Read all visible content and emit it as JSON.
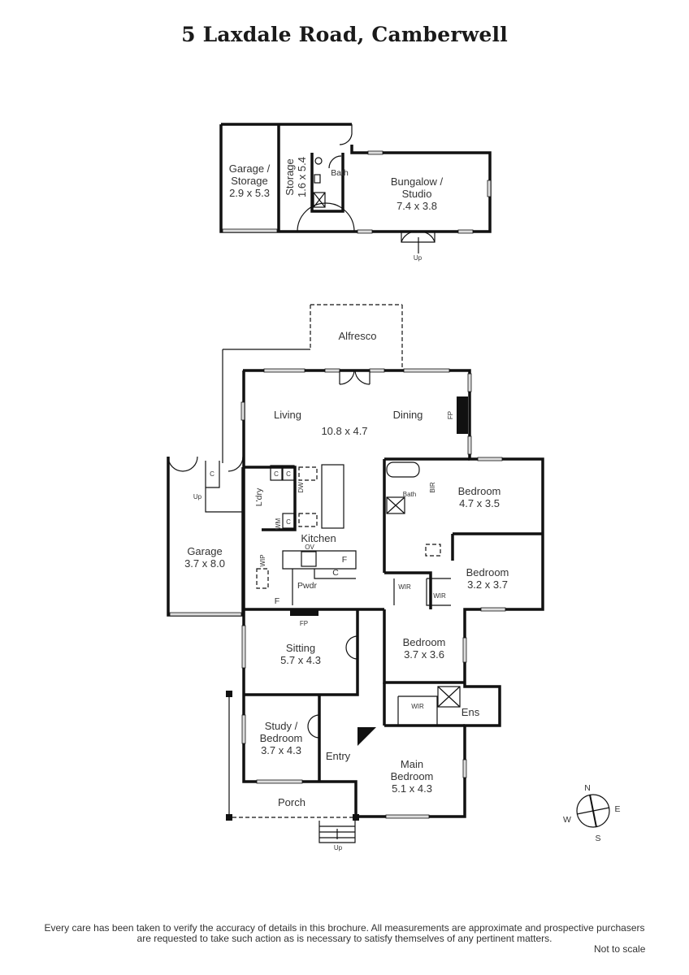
{
  "title": "5 Laxdale Road, Camberwell",
  "outbuilding": {
    "rooms": [
      {
        "name": "Garage /",
        "name2": "Storage",
        "size": "2.9 x 5.3"
      },
      {
        "name": "Storage",
        "size": "1.6 x 5.4"
      },
      {
        "name": "Bath"
      },
      {
        "name": "Bungalow /",
        "name2": "Studio",
        "size": "7.4 x 3.8"
      }
    ],
    "up_label": "Up"
  },
  "main_house": {
    "alfresco": "Alfresco",
    "living": "Living",
    "dining": "Dining",
    "living_size": "10.8 x 4.7",
    "fp_label": "FP",
    "fp_label2": "FP",
    "garage": {
      "name": "Garage",
      "size": "3.7 x 8.0"
    },
    "laundry": "L'dry",
    "kitchen": "Kitchen",
    "wip": "WIP",
    "pwdr": "Pwdr",
    "cupboard": "C",
    "fridge": "F",
    "dw": "DW",
    "wm": "WM",
    "ov": "OV",
    "up_label": "Up",
    "bath": "Bath",
    "bir": "BIR",
    "bedroom1": {
      "name": "Bedroom",
      "size": "4.7 x 3.5"
    },
    "bedroom2": {
      "name": "Bedroom",
      "size": "3.2 x 3.7"
    },
    "wir": "WIR",
    "bedroom3": {
      "name": "Bedroom",
      "size": "3.7 x 3.6"
    },
    "sitting": {
      "name": "Sitting",
      "size": "5.7 x 4.3"
    },
    "study": {
      "name": "Study /",
      "name2": "Bedroom",
      "size": "3.7 x 4.3"
    },
    "entry": "Entry",
    "ens": "Ens",
    "main_bedroom": {
      "name": "Main",
      "name2": "Bedroom",
      "size": "5.1 x 4.3"
    },
    "porch": "Porch",
    "porch_up": "Up"
  },
  "compass": {
    "n": "N",
    "e": "E",
    "s": "S",
    "w": "W"
  },
  "disclaimer": {
    "line1": "Every care has been taken to verify the accuracy of details in this brochure.  All measurements are approximate and prospective purchasers",
    "line2": "are requested to take such action as is necessary to satisfy themselves of any pertinent matters.",
    "not_to_scale": "Not to scale"
  }
}
